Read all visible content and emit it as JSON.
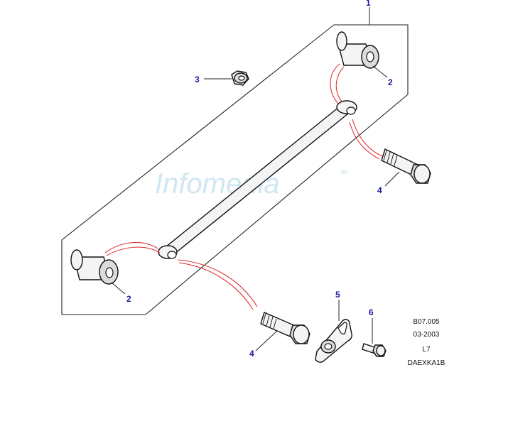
{
  "watermark": {
    "brand": "Infomedia",
    "mark": "™"
  },
  "callouts": {
    "n1": "1",
    "n2_top": "2",
    "n2_bottom": "2",
    "n3": "3",
    "n4_top": "4",
    "n4_bottom": "4",
    "n5": "5",
    "n6": "6"
  },
  "info": {
    "ref": "B07.005",
    "date": "03-2003",
    "model": "L7",
    "code": "DAEXKA1B"
  },
  "colors": {
    "callout": "#1a1aa0",
    "assembly_lines": "#e0333a",
    "watermark": "#bfe0ee"
  }
}
